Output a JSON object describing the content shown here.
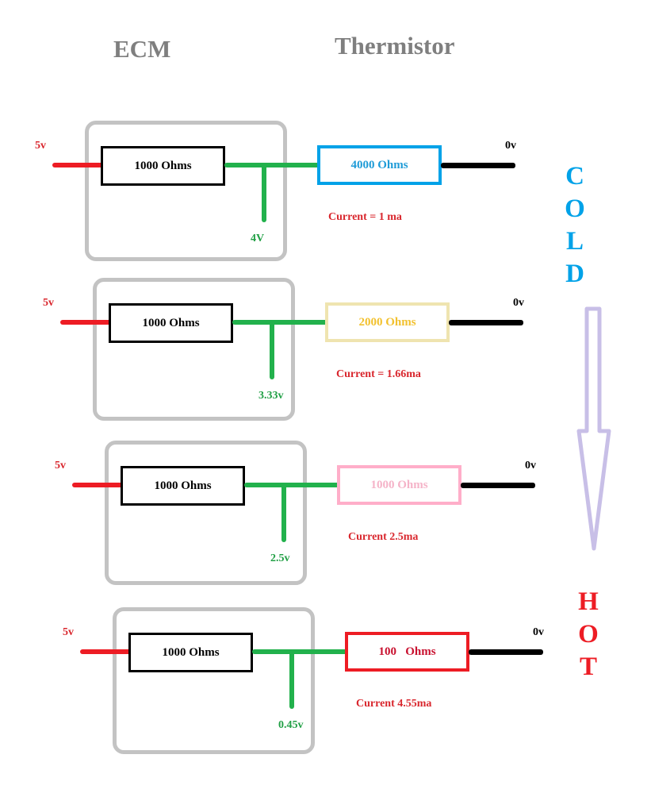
{
  "headers": {
    "ecm": "ECM",
    "thermistor": "Thermistor"
  },
  "colors": {
    "supply_wire": "#ed1c24",
    "signal_wire": "#22b14c",
    "ground_wire": "#000000",
    "frame": "#c3c3c3",
    "cold": "#00a2e8",
    "hot": "#ed1c24",
    "arrow": "#c8bfe7",
    "header": "#7f7f7f"
  },
  "circuits": [
    {
      "supply_label": "5v",
      "ecm_resistor": "1000 Ohms",
      "signal_voltage": "4V",
      "thermistor_resistor": "4000 Ohms",
      "thermistor_color": "#00a2e8",
      "thermistor_text_color": "#1e9bd7",
      "ground_label": "0v",
      "current": "Current = 1 ma"
    },
    {
      "supply_label": "5v",
      "ecm_resistor": "1000 Ohms",
      "signal_voltage": "3.33v",
      "thermistor_resistor": "2000 Ohms",
      "thermistor_color": "#efe4b0",
      "thermistor_text_color": "#f2c12e",
      "ground_label": "0v",
      "current": "Current = 1.66ma"
    },
    {
      "supply_label": "5v",
      "ecm_resistor": "1000 Ohms",
      "signal_voltage": "2.5v",
      "thermistor_resistor": "1000 Ohms",
      "thermistor_color": "#ffaec9",
      "thermistor_text_color": "#f5b3c8",
      "ground_label": "0v",
      "current": "Current 2.5ma"
    },
    {
      "supply_label": "5v",
      "ecm_resistor": "1000 Ohms",
      "signal_voltage": "0.45v",
      "thermistor_resistor": "100   Ohms",
      "thermistor_color": "#ed1c24",
      "thermistor_text_color": "#c8102e",
      "ground_label": "0v",
      "current": "Current 4.55ma"
    }
  ],
  "temperature_scale": {
    "cold_letters": [
      "C",
      "O",
      "L",
      "D"
    ],
    "hot_letters": [
      "H",
      "O",
      "T"
    ],
    "direction": "cold-to-hot"
  }
}
